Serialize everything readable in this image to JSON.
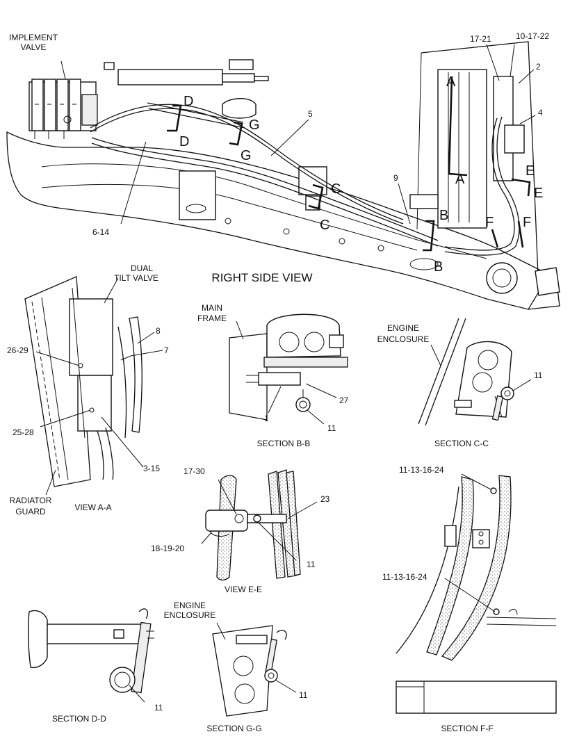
{
  "main_view": {
    "title": "RIGHT SIDE VIEW",
    "callouts": {
      "implement_valve": [
        "IMPLEMENT",
        "VALVE"
      ],
      "p17_21": "17-21",
      "p10_17_22": "10-17-22",
      "p2": "2",
      "p4": "4",
      "p5": "5",
      "p6_14": "6-14",
      "p9": "9"
    },
    "section_letters": {
      "a_top": "A",
      "a_bot": "A",
      "b_top": "B",
      "b_bot": "B",
      "c_top": "C",
      "c_bot": "C",
      "d_top": "D",
      "d_bot": "D",
      "e_top": "E",
      "e_bot": "E",
      "f_left": "F",
      "f_right": "F",
      "g_top": "G",
      "g_bot": "G"
    }
  },
  "view_a": {
    "caption": "VIEW A-A",
    "dual_tilt_valve": [
      "DUAL",
      "TILT VALVE"
    ],
    "radiator_guard": [
      "RADIATOR",
      "GUARD"
    ],
    "p8": "8",
    "p7": "7",
    "p26_29": "26-29",
    "p25_28": "25-28",
    "p3_15": "3-15"
  },
  "section_b": {
    "caption": "SECTION B-B",
    "main_frame": [
      "MAIN",
      "FRAME"
    ],
    "p27": "27",
    "p1": "1",
    "p11": "11"
  },
  "section_c": {
    "caption": "SECTION C-C",
    "engine_enclosure": [
      "ENGINE",
      "ENCLOSURE"
    ],
    "p11": "11"
  },
  "view_e": {
    "caption": "VIEW E-E",
    "p17_30": "17-30",
    "p23": "23",
    "p18_19_20": "18-19-20",
    "p11": "11"
  },
  "section_f": {
    "caption": "SECTION F-F",
    "p11_13_16_24_top": "11-13-16-24",
    "p11_13_16_24_bot": "11-13-16-24"
  },
  "section_d": {
    "caption": "SECTION D-D",
    "p11": "11"
  },
  "section_g": {
    "caption": "SECTION G-G",
    "engine_enclosure": [
      "ENGINE",
      "ENCLOSURE"
    ],
    "p11": "11"
  }
}
